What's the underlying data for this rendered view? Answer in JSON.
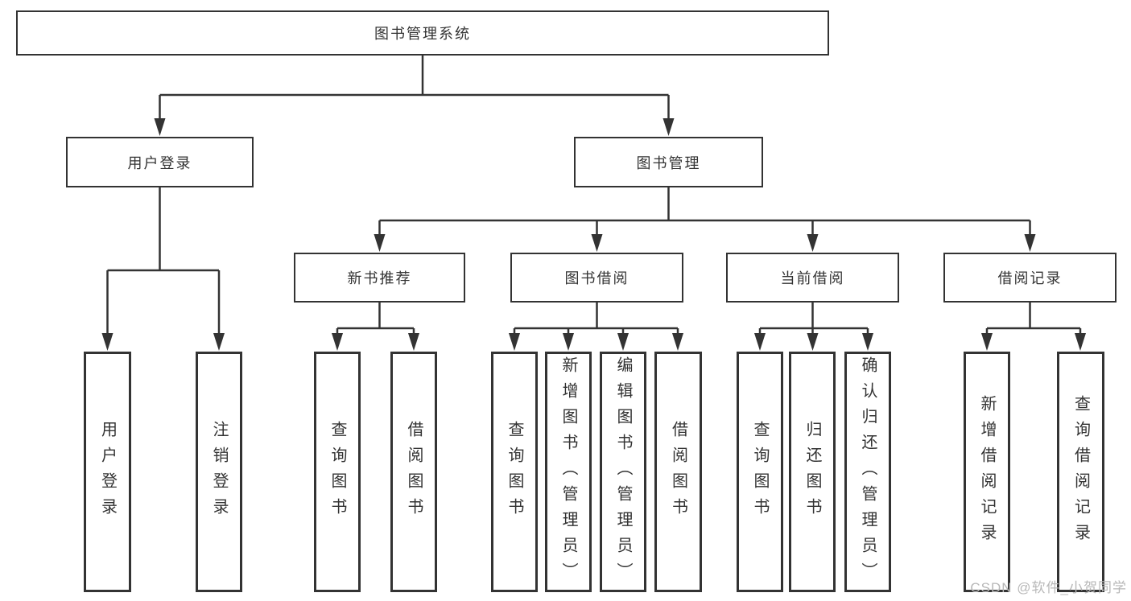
{
  "diagram": {
    "type": "hierarchy",
    "root": {
      "label": "图书管理系统"
    },
    "level2": [
      {
        "label": "用户登录",
        "leaves": [
          "用户登录",
          "注销登录"
        ]
      },
      {
        "label": "图书管理",
        "children": [
          "新书推荐",
          "图书借阅",
          "当前借阅",
          "借阅记录"
        ]
      }
    ],
    "level3": [
      {
        "label": "新书推荐",
        "parent": "图书管理",
        "leaves": [
          "查询图书",
          "借阅图书"
        ]
      },
      {
        "label": "图书借阅",
        "parent": "图书管理",
        "leaves": [
          "查询图书",
          "新增图书（管理员）",
          "编辑图书（管理员）",
          "借阅图书"
        ]
      },
      {
        "label": "当前借阅",
        "parent": "图书管理",
        "leaves": [
          "查询图书",
          "归还图书",
          "确认归还（管理员）"
        ]
      },
      {
        "label": "借阅记录",
        "parent": "图书管理",
        "leaves": [
          "新增借阅记录",
          "查询借阅记录"
        ]
      }
    ]
  },
  "colors": {
    "line": "#333333",
    "box_border": "#333333",
    "box_background": "#ffffff",
    "text": "#333333",
    "watermark": "#b8b8b8"
  },
  "watermark": {
    "text": "CSDN @软件_小贺同学"
  }
}
